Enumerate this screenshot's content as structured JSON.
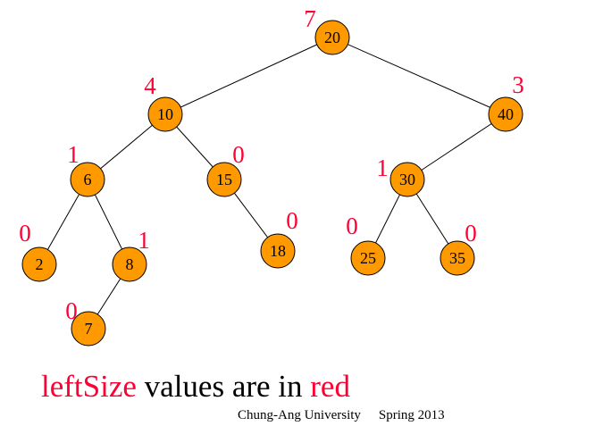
{
  "colors": {
    "node": "#ff9900",
    "size": "#ff0033"
  },
  "nodes": [
    {
      "id": "n20",
      "key": "20",
      "left_size": "7"
    },
    {
      "id": "n10",
      "key": "10",
      "left_size": "4"
    },
    {
      "id": "n40",
      "key": "40",
      "left_size": "3"
    },
    {
      "id": "n6",
      "key": "6",
      "left_size": "1"
    },
    {
      "id": "n15",
      "key": "15",
      "left_size": "0"
    },
    {
      "id": "n30",
      "key": "30",
      "left_size": "1"
    },
    {
      "id": "n2",
      "key": "2",
      "left_size": "0"
    },
    {
      "id": "n8",
      "key": "8",
      "left_size": "1"
    },
    {
      "id": "n18",
      "key": "18",
      "left_size": "0"
    },
    {
      "id": "n25",
      "key": "25",
      "left_size": "0"
    },
    {
      "id": "n35",
      "key": "35",
      "left_size": "0"
    },
    {
      "id": "n7",
      "key": "7",
      "left_size": "0"
    }
  ],
  "edges": [
    [
      "n20",
      "n10"
    ],
    [
      "n20",
      "n40"
    ],
    [
      "n10",
      "n6"
    ],
    [
      "n10",
      "n15"
    ],
    [
      "n40",
      "n30"
    ],
    [
      "n6",
      "n2"
    ],
    [
      "n6",
      "n8"
    ],
    [
      "n15",
      "n18"
    ],
    [
      "n30",
      "n25"
    ],
    [
      "n30",
      "n35"
    ],
    [
      "n8",
      "n7"
    ]
  ],
  "caption": {
    "part1": "leftSize",
    "part2": " values are in ",
    "part3": "red"
  },
  "footer": {
    "university": "Chung-Ang University",
    "term": "Spring 2013"
  }
}
